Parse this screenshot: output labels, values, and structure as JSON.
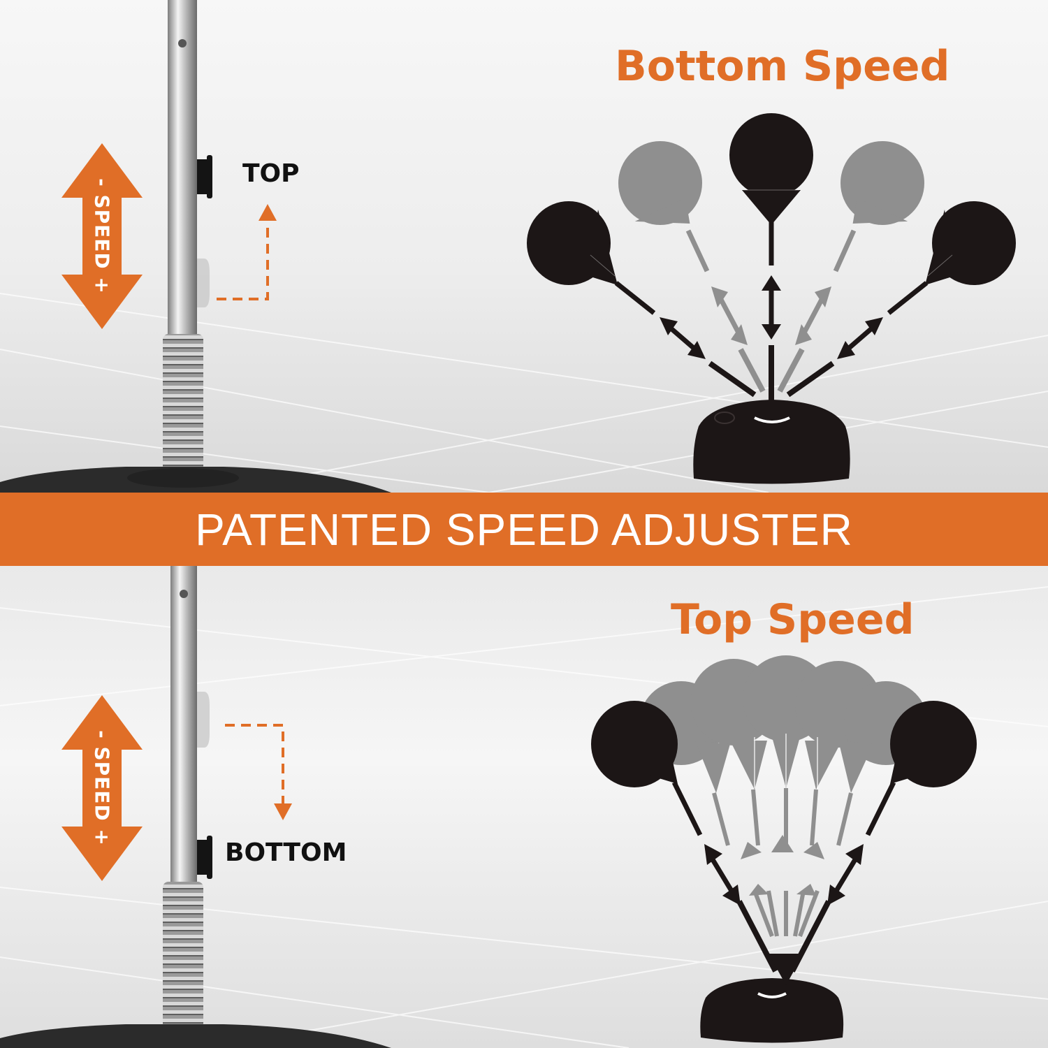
{
  "banner": {
    "text": "PATENTED SPEED ADJUSTER"
  },
  "top_panel": {
    "heading": "Bottom Speed",
    "position_label": "TOP",
    "speed_arrow_label": "- SPEED +"
  },
  "bottom_panel": {
    "heading": "Top Speed",
    "position_label": "BOTTOM",
    "speed_arrow_label": "- SPEED +"
  },
  "colors": {
    "accent": "#e06e27",
    "ball_dark": "#1c1616",
    "ball_light": "#8f8f8f",
    "background": "#f1f1f1",
    "text_dark": "#111111"
  }
}
